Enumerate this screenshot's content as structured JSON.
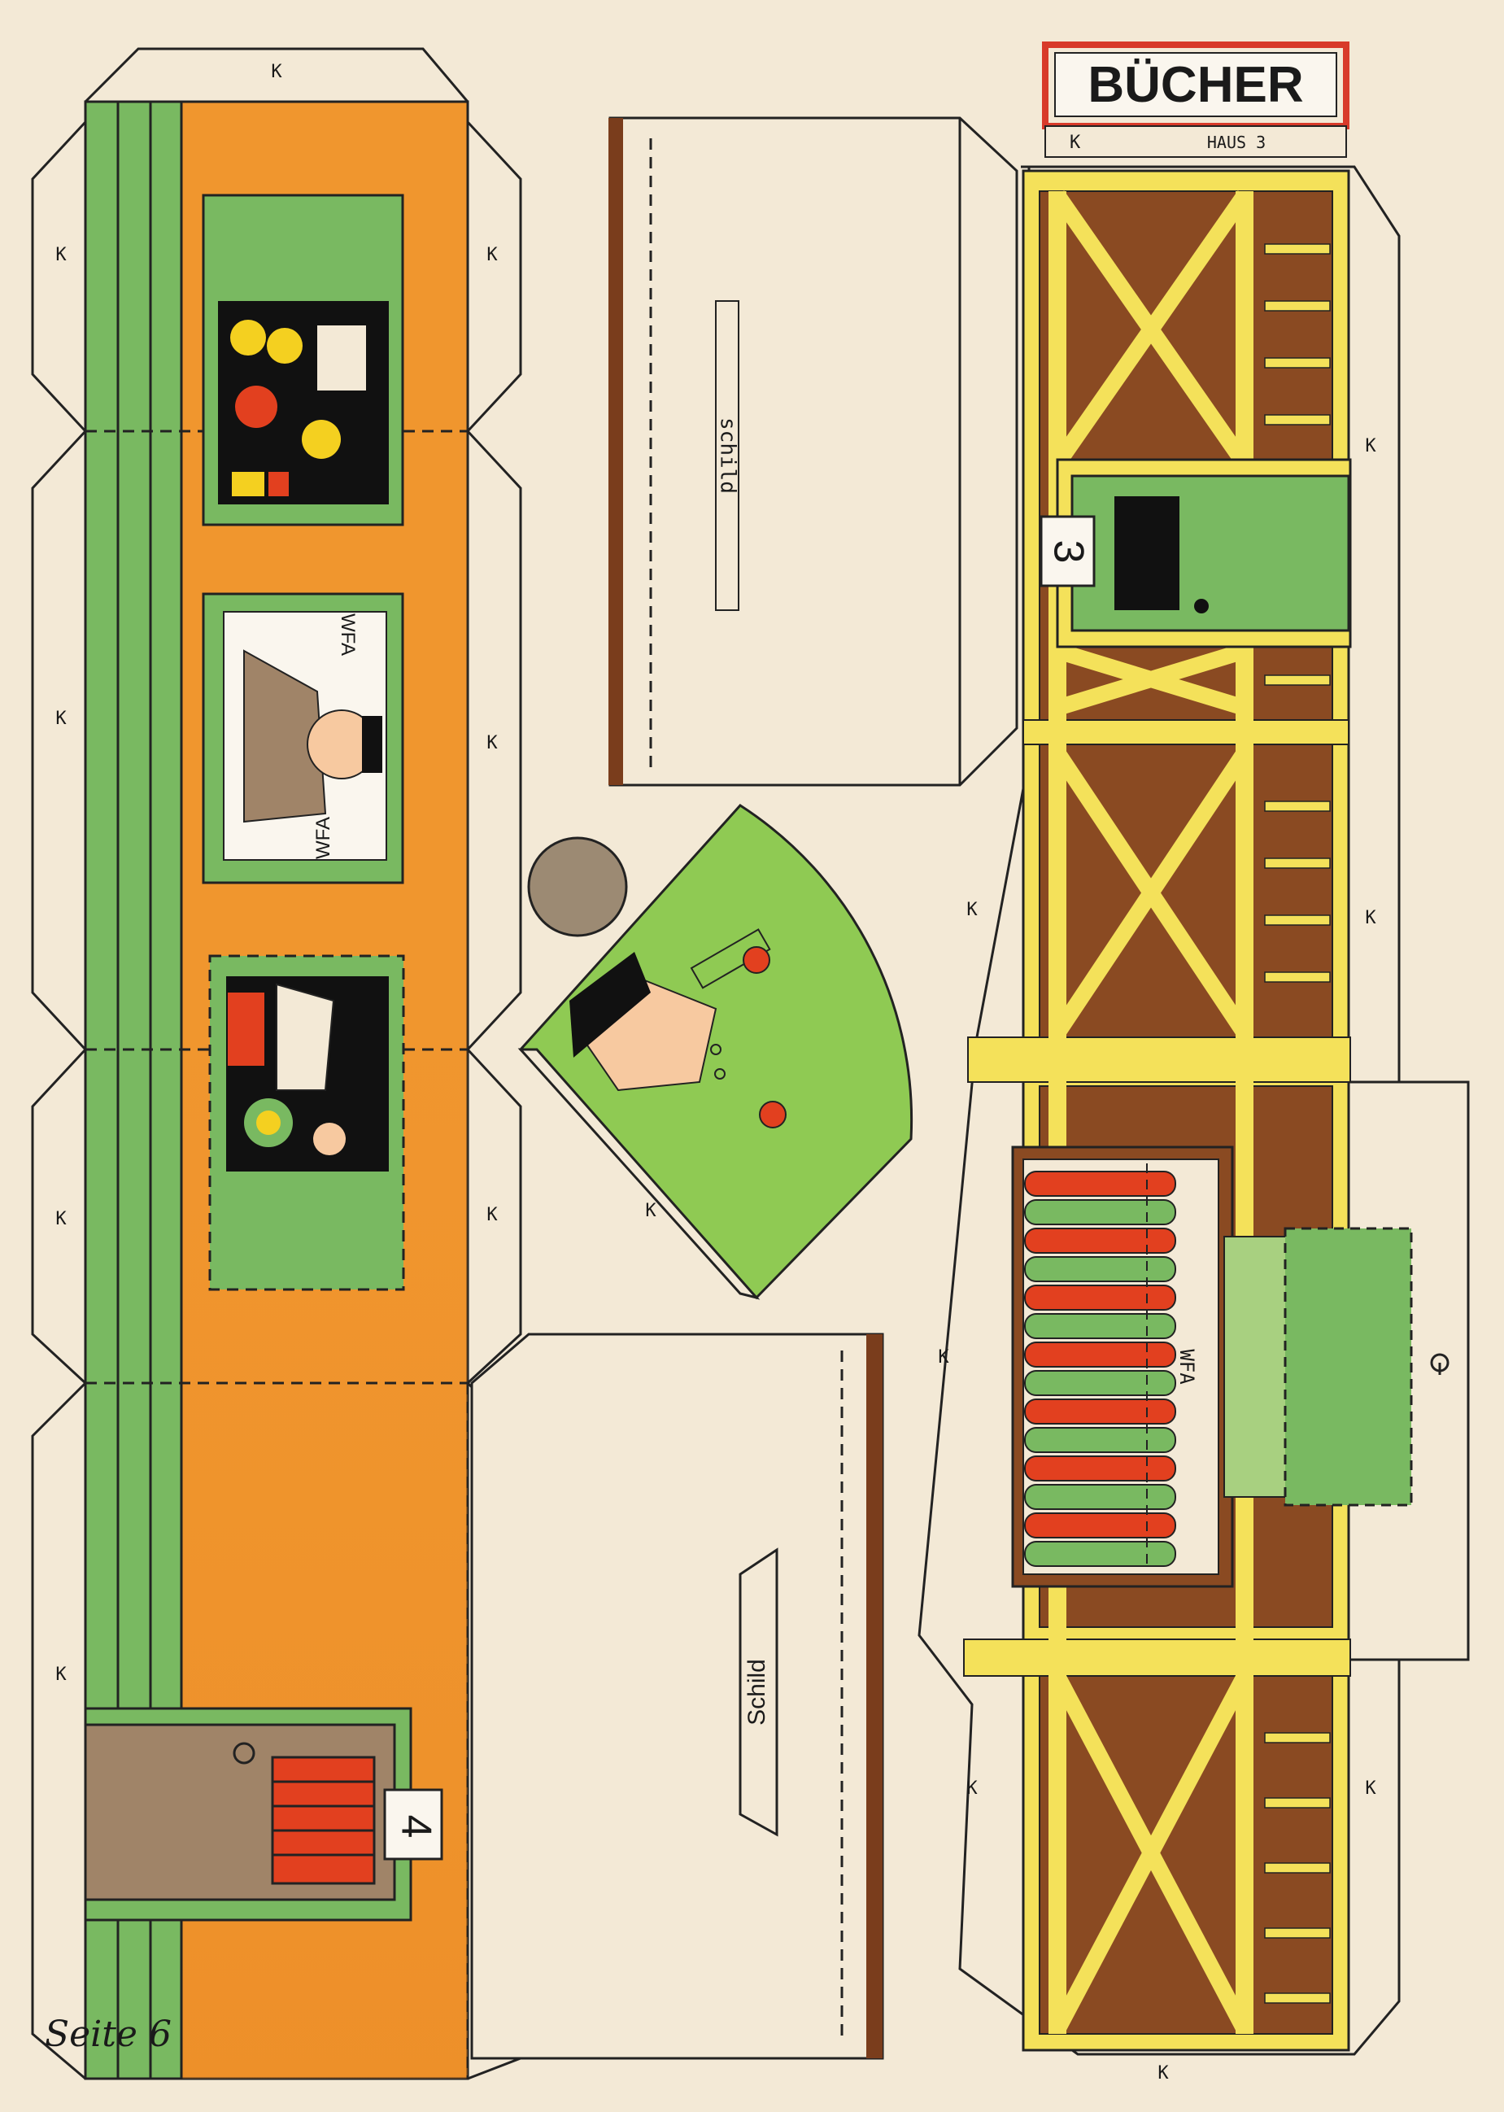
{
  "sheet": {
    "page_label": "Seite 6",
    "glue_mark": "K"
  },
  "house": {
    "sign_text": "BÜCHER",
    "sign_sub": "HAUS 3",
    "door_number": "3",
    "awning_text": "WFA"
  },
  "wall_strip": {
    "poster_text_top": "WFA",
    "poster_text_bottom": "WFA",
    "door_number": "4"
  },
  "tabs": {
    "schild_upper": "schild",
    "schild_lower": "Schild"
  },
  "colors": {
    "paper": "#f3e9d6",
    "orange": "#f0962e",
    "green": "#79b961",
    "brown": "#8a4a22",
    "yellow": "#f4e15a",
    "red": "#e2401f"
  }
}
